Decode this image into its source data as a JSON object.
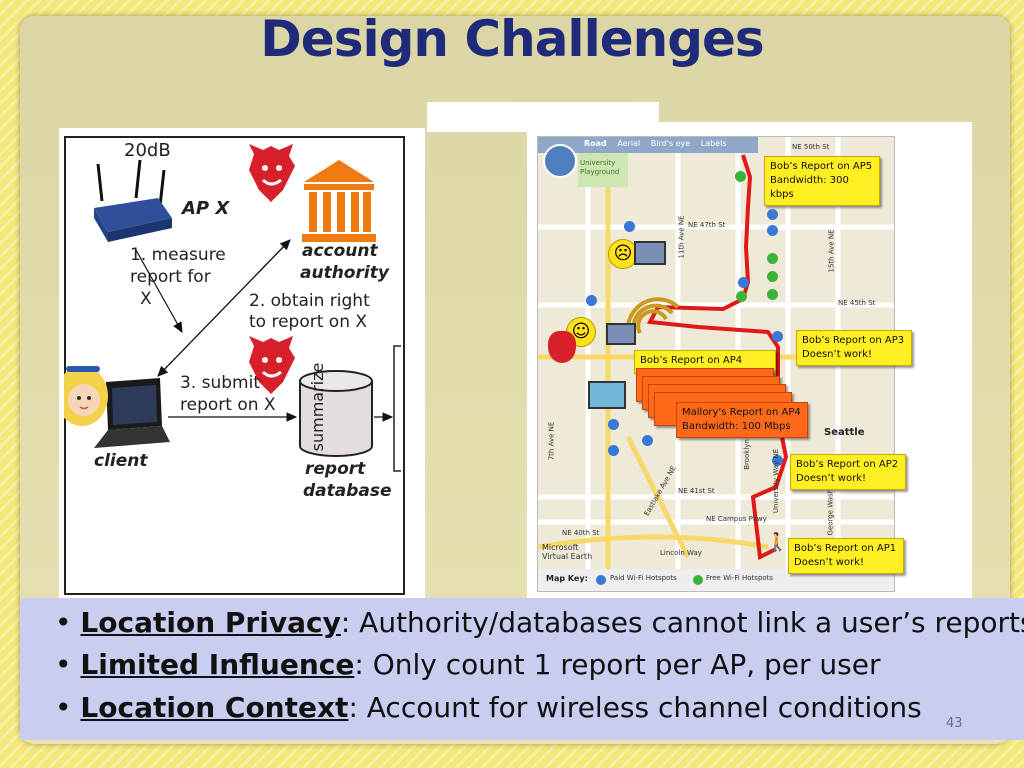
{
  "title": "Design Challenges",
  "diagram": {
    "signal": "20dB",
    "ap_label": "AP X",
    "step1": [
      "1. measure",
      "report for",
      "X"
    ],
    "account_authority": [
      "account",
      "authority"
    ],
    "step2": [
      "2. obtain right",
      "to report on X"
    ],
    "step3": [
      "3. submit",
      "report on X"
    ],
    "client": "client",
    "report_database": [
      "report",
      "database"
    ],
    "summarize": "summarize"
  },
  "map": {
    "toolbar": [
      "Road",
      "Aerial",
      "Bird's eye",
      "Labels"
    ],
    "streets": [
      "NE 50th St",
      "NE 47th St",
      "NE 45th St",
      "NE 41st St",
      "NE Campus Pkwy",
      "NE 40th St",
      "Lincoln Way",
      "Seattle",
      "University Playground",
      "Microsoft Virtual Earth",
      "7th Ave NE",
      "11th Ave NE",
      "15th Ave NE",
      "Brooklyn Ave NE",
      "University Way NE",
      "Eastlake Ave NE",
      "George Washington"
    ],
    "map_key_label": "Map Key:",
    "paid_hotspots": "Paid Wi-Fi Hotspots",
    "free_hotspots": "Free Wi-Fi Hotspots",
    "callouts": {
      "ap5": [
        "Bob’s Report on AP5",
        "Bandwidth: 300 kbps"
      ],
      "ap3": [
        "Bob’s Report on AP3",
        "Doesn’t work!"
      ],
      "ap4": "Bob’s Report on AP4",
      "mallory": [
        "Mallory's Report on AP4",
        "Bandwidth: 100 Mbps"
      ],
      "ap2": [
        "Bob’s Report on AP2",
        "Doesn’t work!"
      ],
      "ap1": [
        "Bob’s Report on AP1",
        "Doesn’t work!"
      ]
    },
    "colors": {
      "route": "#e01818",
      "free_pin": "#3bb33b",
      "paid_pin": "#3a78d8"
    }
  },
  "bullets": [
    {
      "key": "Location Privacy",
      "text": ": Authority/databases cannot link a user’s reports"
    },
    {
      "key": "Limited Influence",
      "text": ": Only count 1 report per AP, per user"
    },
    {
      "key": "Location Context",
      "text": ": Account for wireless channel conditions"
    }
  ],
  "bullet_glyph": "•",
  "slide_number": "43"
}
